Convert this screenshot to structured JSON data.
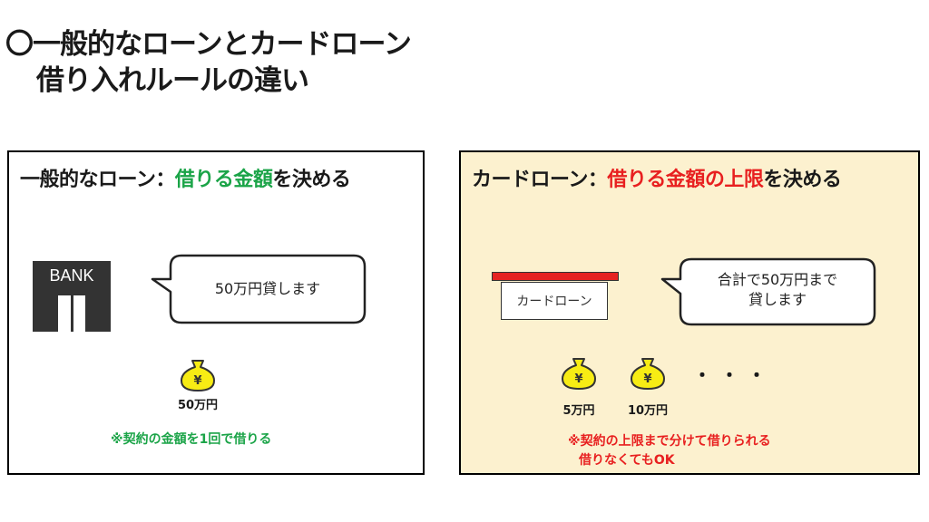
{
  "title": {
    "line1": "〇一般的なローンとカードローン",
    "line2": "借り入れルールの違い"
  },
  "left_panel": {
    "heading_prefix": "一般的なローン：",
    "heading_highlight": "借りる金額",
    "heading_suffix": "を決める",
    "bank_label": "BANK",
    "bubble_text": "50万円貸します",
    "coin_symbol": "¥",
    "coin_label": "50万円",
    "note": "※契約の金額を1回で借りる",
    "highlight_color": "#1ba448"
  },
  "right_panel": {
    "heading_prefix": "カードローン：",
    "heading_highlight": "借りる金額の上限",
    "heading_suffix": "を決める",
    "card_label": "カードローン",
    "bubble_line1": "合計で50万円まで",
    "bubble_line2": "貸します",
    "coin_symbol": "¥",
    "coins": [
      {
        "label": "5万円"
      },
      {
        "label": "10万円"
      }
    ],
    "dots": "・・・",
    "note_line1": "※契約の上限まで分けて借りられる",
    "note_line2": "借りなくてもOK",
    "highlight_color": "#e82020",
    "background_color": "#fcf1cf"
  },
  "colors": {
    "coin_fill": "#f7ec14",
    "coin_stroke": "#333333"
  }
}
